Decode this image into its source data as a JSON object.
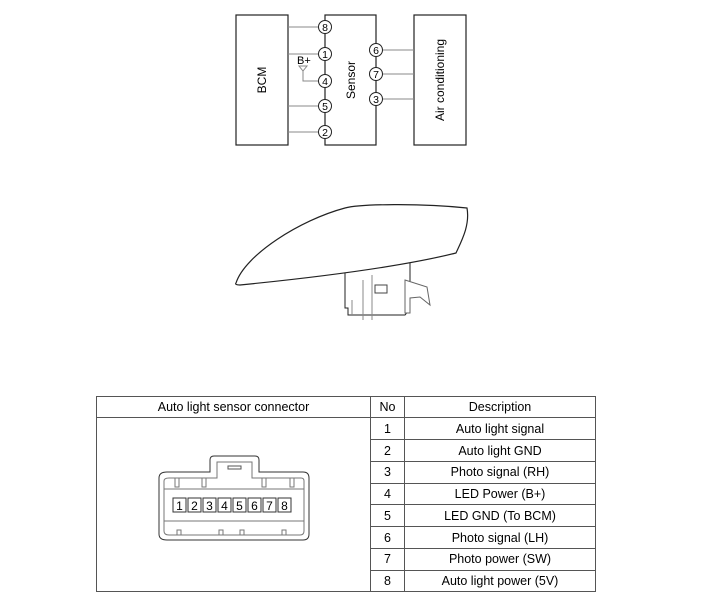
{
  "schematic": {
    "bcm_label": "BCM",
    "sensor_label": "Sensor",
    "ac_label": "Air conditioning",
    "bplus_label": "B+",
    "left_pins": [
      "8",
      "1",
      "4",
      "5",
      "2"
    ],
    "right_pins": [
      "6",
      "7",
      "3"
    ]
  },
  "table": {
    "header": {
      "connector": "Auto light sensor connector",
      "no": "No",
      "description": "Description"
    },
    "connector_pins": [
      "1",
      "2",
      "3",
      "4",
      "5",
      "6",
      "7",
      "8"
    ],
    "rows": [
      {
        "no": "1",
        "description": "Auto light signal"
      },
      {
        "no": "2",
        "description": "Auto light GND"
      },
      {
        "no": "3",
        "description": "Photo signal (RH)"
      },
      {
        "no": "4",
        "description": "LED Power (B+)"
      },
      {
        "no": "5",
        "description": "LED GND (To BCM)"
      },
      {
        "no": "6",
        "description": "Photo signal (LH)"
      },
      {
        "no": "7",
        "description": "Photo power (SW)"
      },
      {
        "no": "8",
        "description": "Auto light power (5V)"
      }
    ]
  }
}
